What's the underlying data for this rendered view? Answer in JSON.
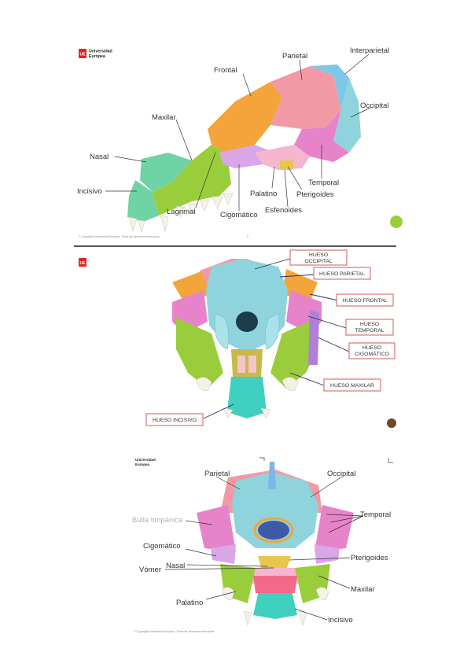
{
  "slide1": {
    "logo_mark": "UE",
    "university_line1": "Universidad",
    "university_line2": "Europea",
    "labels": {
      "parietal": "Parietal",
      "interparietal": "Interparietal",
      "frontal": "Frontal",
      "occipital": "Occipital",
      "maxilar": "Maxilar",
      "nasal": "Nasal",
      "incisivo": "Incisivo",
      "temporal": "Temporal",
      "palatino": "Palatino",
      "pterigoides": "Pterigoides",
      "lagrimal": "Lagrimal",
      "cigomatico": "Cigomático",
      "esfenoides": "Esfenoides"
    },
    "copyright": "© Copyright Universidad Europea. Todos los derechos reservados",
    "page_number": "5"
  },
  "slide2": {
    "logo_mark": "UE",
    "labels": {
      "occipital_1": "HUESO",
      "occipital_2": "OCCIPITAL",
      "parietal": "HUESO PARIETAL",
      "frontal": "HUESO FRONTAL",
      "temporal_1": "HUESO",
      "temporal_2": "TEMPORAL",
      "cigomatico_1": "HUESO",
      "cigomatico_2": "CIGOMÁTICO",
      "maxilar": "HUESO MAXILAR",
      "incisivo": "HUESO INCISIVO"
    }
  },
  "slide3": {
    "university_line1": "Universidad",
    "university_line2": "Europea",
    "labels": {
      "parietal": "Parietal",
      "occipital": "Occipital",
      "bulla": "Bulla timpánica",
      "temporal": "Temporal",
      "cigomatico": "Cigomático",
      "nasal": "Nasal",
      "vomer": "Vómer",
      "pterigoides": "Pterigoides",
      "maxilar": "Maxilar",
      "palatino": "Palatino",
      "incisivo": "Incisivo"
    },
    "copyright": "© Copyright Universidad Europea. Todos los derechos reservados"
  },
  "colors": {
    "frontal": "#f3a43a",
    "parietal": "#f19aa5",
    "occipital": "#8fd4dc",
    "maxilar": "#9acd3c",
    "temporal": "#e783c9",
    "nasal": "#6fd3a5",
    "brand_red": "#e1251b"
  }
}
